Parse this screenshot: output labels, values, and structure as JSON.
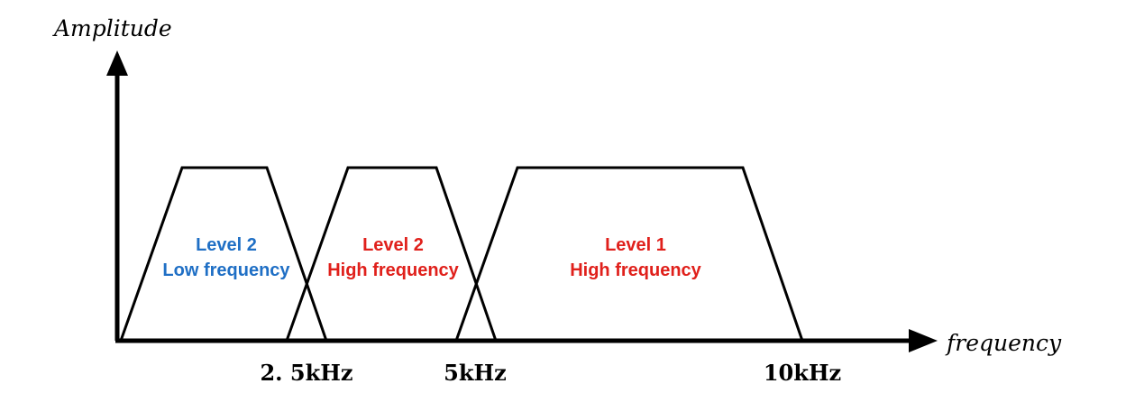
{
  "axes": {
    "y_label": "Amplitude",
    "x_label": "frequency"
  },
  "ticks": [
    "2. 5kHz",
    "5kHz",
    "10kHz"
  ],
  "bands": [
    {
      "line1": "Level 2",
      "line2": "Low frequency",
      "color": "#1F6FC5"
    },
    {
      "line1": "Level 2",
      "line2": "High frequency",
      "color": "#E0201B"
    },
    {
      "line1": "Level 1",
      "line2": "High frequency",
      "color": "#E0201B"
    }
  ]
}
